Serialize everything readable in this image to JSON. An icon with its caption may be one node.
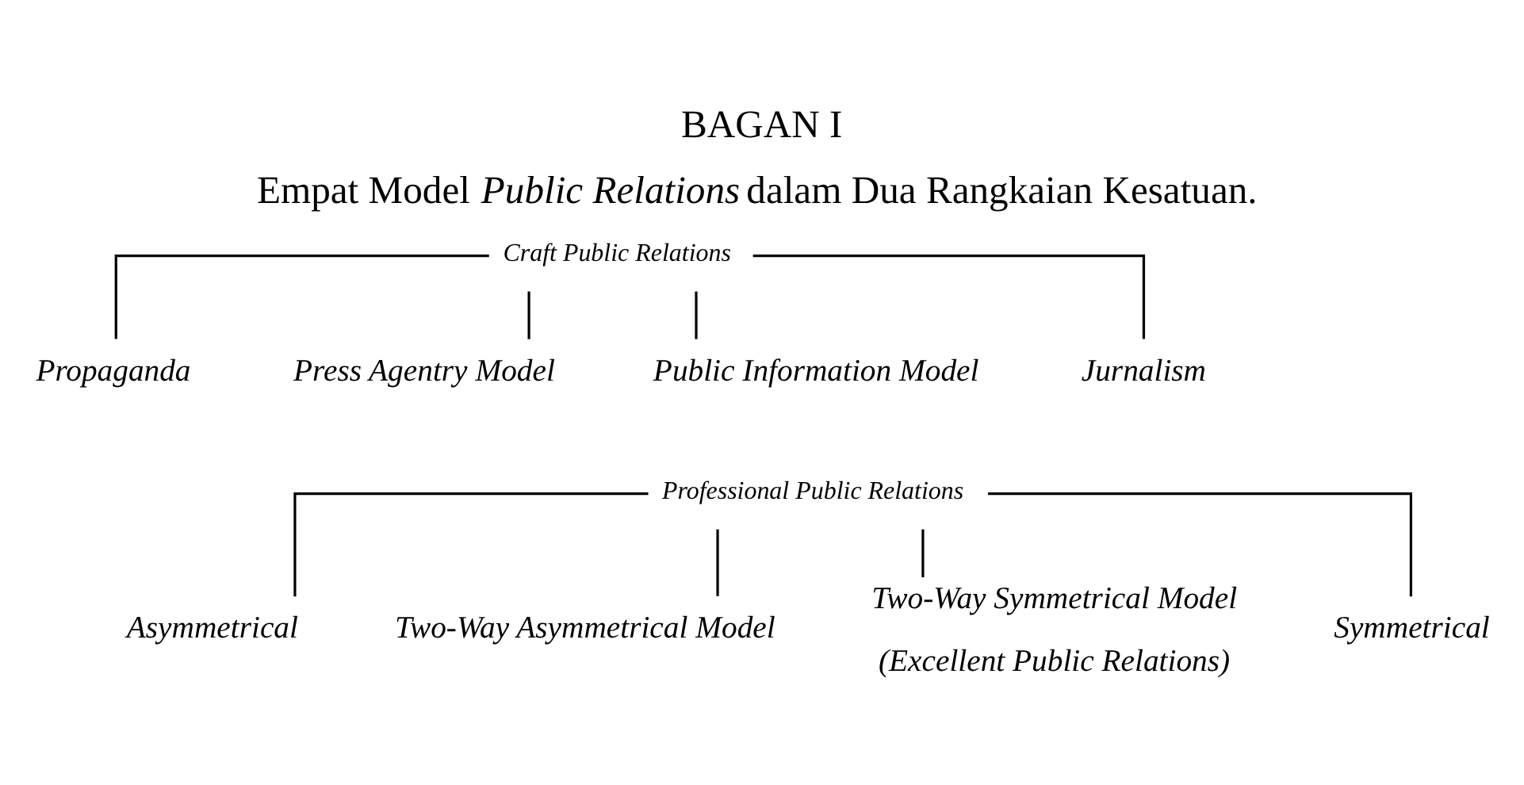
{
  "diagram": {
    "title": "BAGAN I",
    "caption": "Empat Model *Public Relations* dalam Dua Rangkaian Kesatuan.",
    "nodes": [
      {
        "text": [
          "Craft Public Relations"
        ]
      },
      {
        "text": [
          "Propaganda"
        ]
      },
      {
        "text": [
          "Press Agentry Model"
        ]
      },
      {
        "text": [
          "Public Information Model"
        ]
      },
      {
        "text": [
          "Jurnalism"
        ]
      },
      {
        "text": [
          "Professional Public Relations"
        ]
      },
      {
        "text": [
          "Asymmetrical"
        ]
      },
      {
        "text": [
          "Two-Way Asymmetrical Model"
        ]
      },
      {
        "text": [
          "Two-Way Symmetrical Model",
          "(Excellent Public Relations)"
        ]
      },
      {
        "text": [
          "Symmetrical"
        ]
      }
    ],
    "edges": [
      {
        "from": 0,
        "to": 1,
        "arrow": "none"
      },
      {
        "from": 0,
        "to": 2,
        "arrow": "none"
      },
      {
        "from": 0,
        "to": 3,
        "arrow": "none"
      },
      {
        "from": 0,
        "to": 4,
        "arrow": "none"
      },
      {
        "from": 5,
        "to": 6,
        "arrow": "none"
      },
      {
        "from": 5,
        "to": 7,
        "arrow": "none"
      },
      {
        "from": 5,
        "to": 8,
        "arrow": "none"
      },
      {
        "from": 5,
        "to": 9,
        "arrow": "none"
      }
    ]
  }
}
